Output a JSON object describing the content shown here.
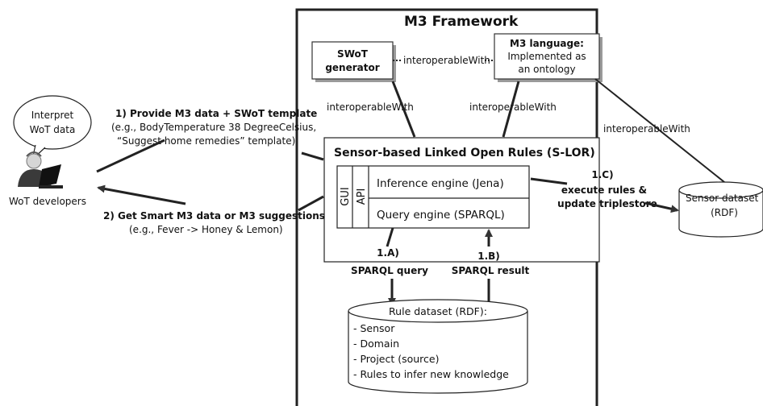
{
  "framework": {
    "title": "M3 Framework"
  },
  "swot_generator": {
    "line1": "SWoT",
    "line2": "generator"
  },
  "m3_language": {
    "line1": "M3 language:",
    "line2": "Implemented as",
    "line3": "an ontology"
  },
  "links": {
    "top": "interoperableWith",
    "left": "interoperableWith",
    "right": "interoperableWith",
    "far": "interoperableWith"
  },
  "slor": {
    "title": "Sensor-based Linked Open Rules (S-LOR)",
    "gui": "GUI",
    "api": "API",
    "inference": "Inference engine (Jena)",
    "query": "Query engine (SPARQL)"
  },
  "thought": {
    "line1": "Interpret",
    "line2": "WoT data"
  },
  "developers": {
    "label": "WoT developers"
  },
  "flow1": {
    "title": "1) Provide M3 data +  SWoT template",
    "example1": "(e.g., BodyTemperature 38 DegreeCelsius,",
    "example2": "“Suggest home remedies” template)"
  },
  "flow2": {
    "title": "2) Get Smart M3 data or M3 suggestions",
    "example": "(e.g., Fever -> Honey & Lemon)"
  },
  "step_1a": {
    "num": "1.A)",
    "text": "SPARQL query"
  },
  "step_1b": {
    "num": "1.B)",
    "text": "SPARQL result"
  },
  "step_1c": {
    "num": "1.C)",
    "line1": "execute rules &",
    "line2": "update triplestore"
  },
  "sensor_dataset": {
    "line1": "Sensor dataset",
    "line2": "(RDF)"
  },
  "rule_dataset": {
    "title": "Rule dataset (RDF):",
    "items": [
      "- Sensor",
      "- Domain",
      "- Project (source)",
      "- Rules to infer new knowledge"
    ]
  }
}
